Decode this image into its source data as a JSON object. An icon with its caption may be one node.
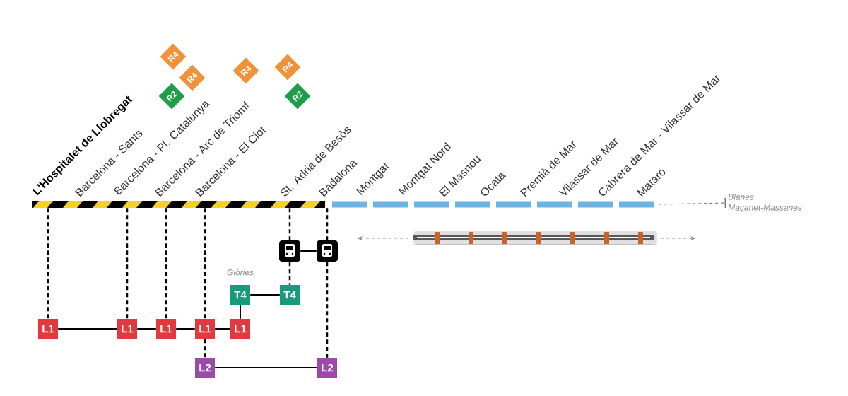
{
  "diagram": {
    "nodes": [
      {
        "text": [
          "L'Hospitalet de Llobregat"
        ]
      },
      {
        "text": [
          "Barcelona - Sants"
        ]
      },
      {
        "text": [
          "Barcelona - Pl. Catalunya"
        ]
      },
      {
        "text": [
          "Barcelona - Arc de Triomf"
        ]
      },
      {
        "text": [
          "Barcelona - El Clot"
        ]
      },
      {
        "text": [
          "St. Adrià de Besòs"
        ]
      },
      {
        "text": [
          "Badalona"
        ]
      },
      {
        "text": [
          "Montgat"
        ]
      },
      {
        "text": [
          "Montgat Nord"
        ]
      },
      {
        "text": [
          "El Masnou"
        ]
      },
      {
        "text": [
          "Ocata"
        ]
      },
      {
        "text": [
          "Premià de Mar"
        ]
      },
      {
        "text": [
          "Vilassar de Mar"
        ]
      },
      {
        "text": [
          "Cabrera de Mar - Vilassar de Mar"
        ]
      },
      {
        "text": [
          "Mataró"
        ]
      },
      {
        "text": [
          "R4"
        ]
      },
      {
        "text": [
          "R4"
        ]
      },
      {
        "text": [
          "R2"
        ]
      },
      {
        "text": [
          "R4"
        ]
      },
      {
        "text": [
          "R4"
        ]
      },
      {
        "text": [
          "R2"
        ]
      },
      {
        "text": [],
        "shape": "bar"
      },
      {
        "text": [],
        "shape": "bar"
      },
      {
        "text": [
          "Blanes",
          "Maçanet-Massanes"
        ]
      },
      {
        "text": [],
        "shape": "picture"
      },
      {
        "text": [],
        "shape": "picture"
      },
      {
        "text": [
          "T4"
        ],
        "beside": [
          "Glòries"
        ]
      },
      {
        "text": [
          "T4"
        ]
      },
      {
        "text": [
          "L1"
        ]
      },
      {
        "text": [
          "L1"
        ]
      },
      {
        "text": [
          "L1"
        ]
      },
      {
        "text": [
          "L1"
        ]
      },
      {
        "text": [
          "L1"
        ]
      },
      {
        "text": [
          "L2"
        ]
      },
      {
        "text": [
          "L2"
        ]
      }
    ],
    "edges": [
      {
        "from": 21,
        "to": 24,
        "arrow": "none",
        "style": "dashed"
      },
      {
        "from": 21,
        "to": 25,
        "arrow": "none",
        "style": "dashed"
      },
      {
        "from": 21,
        "to": 28,
        "arrow": "none",
        "style": "dashed"
      },
      {
        "from": 21,
        "to": 29,
        "arrow": "none",
        "style": "dashed"
      },
      {
        "from": 21,
        "to": 30,
        "arrow": "none",
        "style": "dashed"
      },
      {
        "from": 21,
        "to": 31,
        "arrow": "none",
        "style": "dashed"
      },
      {
        "from": 24,
        "to": 25,
        "arrow": "none"
      },
      {
        "from": 24,
        "to": 27,
        "arrow": "none",
        "style": "dashed"
      },
      {
        "from": 25,
        "to": 34,
        "arrow": "none",
        "style": "dashed"
      },
      {
        "from": 26,
        "to": 27,
        "arrow": "none"
      },
      {
        "from": 26,
        "to": 32,
        "arrow": "none"
      },
      {
        "from": 28,
        "to": 29,
        "arrow": "none"
      },
      {
        "from": 29,
        "to": 30,
        "arrow": "none"
      },
      {
        "from": 30,
        "to": 31,
        "arrow": "none"
      },
      {
        "from": 31,
        "to": 32,
        "arrow": "none"
      },
      {
        "from": 31,
        "to": 33,
        "arrow": "none",
        "style": "dashed"
      },
      {
        "from": 33,
        "to": 34,
        "arrow": "none"
      },
      {
        "from": 22,
        "to": 23,
        "arrow": "other",
        "style": "dashed",
        "color": "#777777"
      }
    ]
  }
}
